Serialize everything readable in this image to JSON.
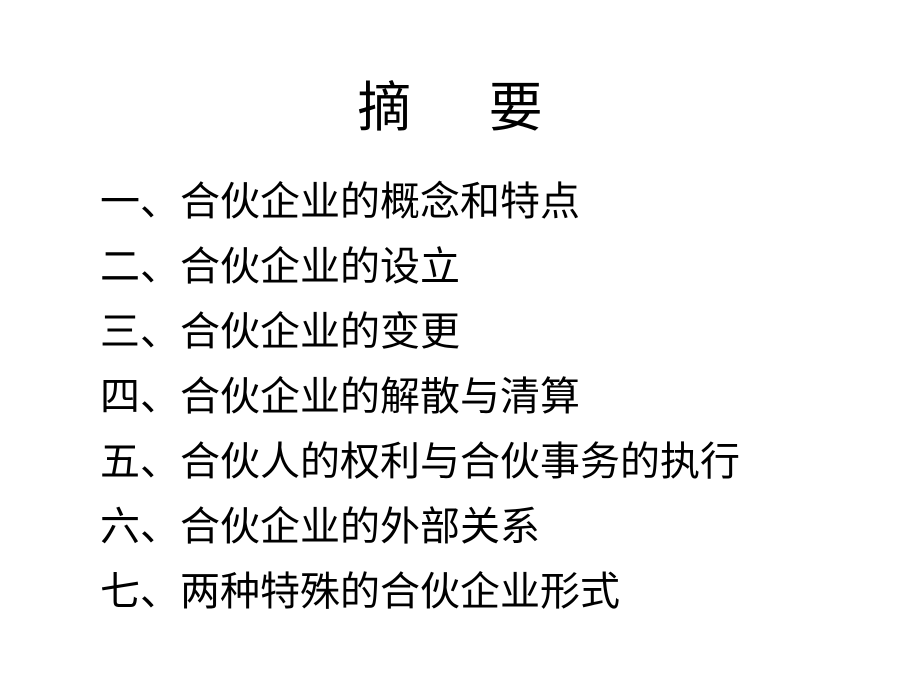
{
  "slide": {
    "title": "摘 要",
    "items": [
      "一、合伙企业的概念和特点",
      "二、合伙企业的设立",
      "三、合伙企业的变更",
      "四、合伙企业的解散与清算",
      "五、合伙人的权利与合伙事务的执行",
      "六、合伙企业的外部关系",
      "七、两种特殊的合伙企业形式"
    ]
  }
}
